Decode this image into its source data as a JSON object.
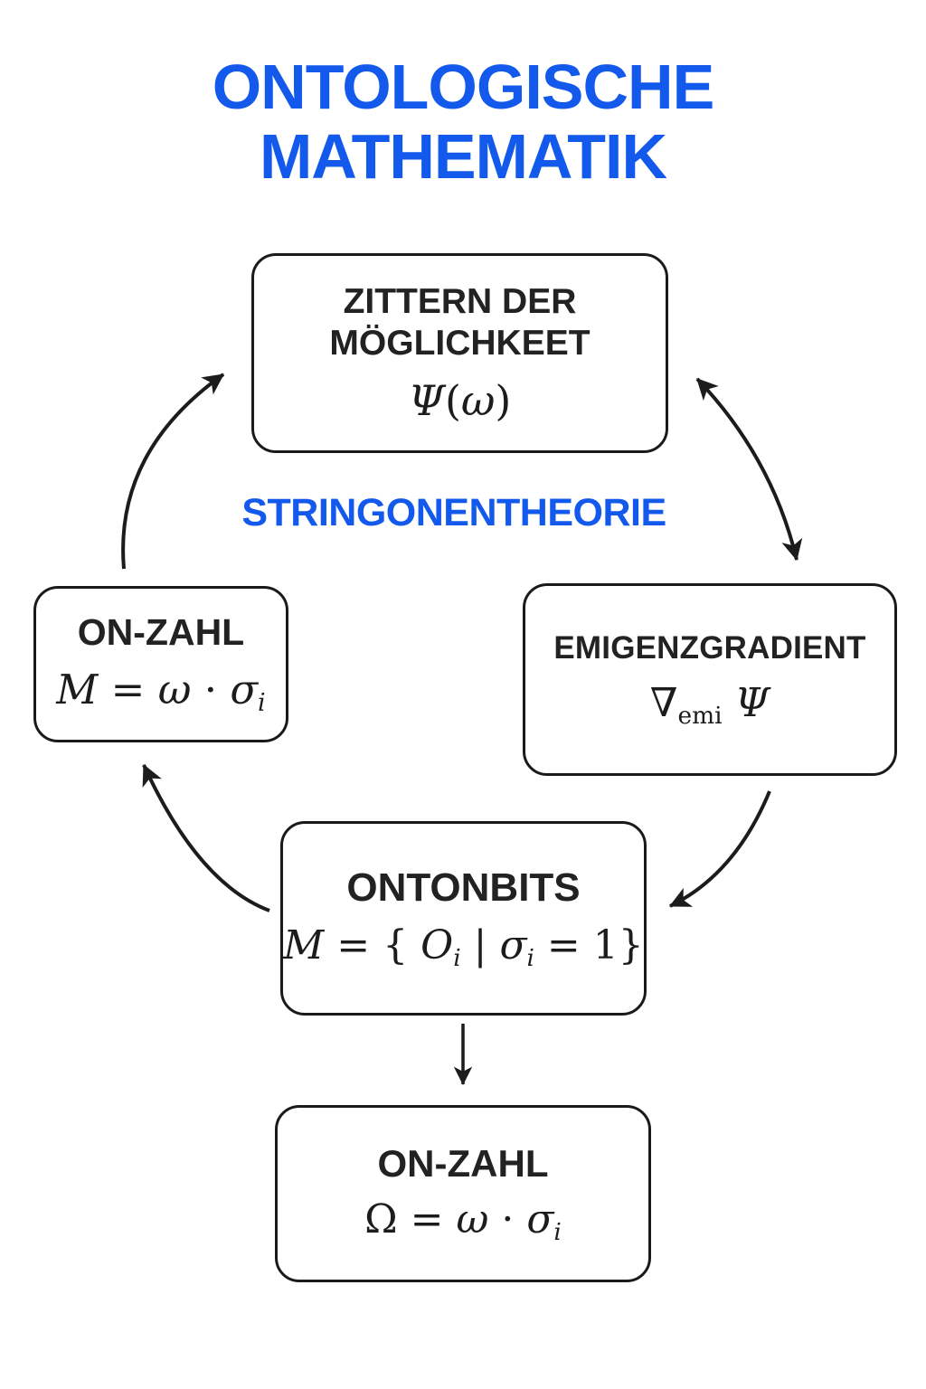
{
  "title": {
    "line1": "ONTOLOGISCHE",
    "line2": "MATHEMATIK"
  },
  "center_label": "STRINGONENTHEORIE",
  "colors": {
    "accent_blue": "#1359ec",
    "text_dark": "#1d1d1d",
    "node_border": "#1a1a1a",
    "background": "#ffffff"
  },
  "nodes": {
    "zittern": {
      "title_lines": [
        "ZITTERN DER",
        "MÖGLICHKEET"
      ],
      "formula": [
        {
          "t": "Ψ",
          "s": "it"
        },
        {
          "t": "(",
          "s": "up"
        },
        {
          "t": "ω",
          "s": "it"
        },
        {
          "t": ")",
          "s": "up"
        }
      ]
    },
    "onzahl_left": {
      "title_lines": [
        "ON-ZAHL"
      ],
      "formula": [
        {
          "t": "M",
          "s": "it"
        },
        {
          "t": " = ",
          "s": "up"
        },
        {
          "t": "ω",
          "s": "it"
        },
        {
          "t": " · ",
          "s": "up"
        },
        {
          "t": "σ",
          "s": "it"
        },
        {
          "t": "i",
          "s": "sub"
        }
      ]
    },
    "emigenz": {
      "title_lines": [
        "EMIGENZGRADIENT"
      ],
      "formula": [
        {
          "t": "∇",
          "s": "up"
        },
        {
          "t": "emi",
          "s": "subup"
        },
        {
          "t": " ",
          "s": "up"
        },
        {
          "t": "Ψ",
          "s": "it"
        }
      ]
    },
    "ontonbits": {
      "title_lines": [
        "ONTONBITS"
      ],
      "formula": [
        {
          "t": "M",
          "s": "it"
        },
        {
          "t": " = { ",
          "s": "up"
        },
        {
          "t": "O",
          "s": "it"
        },
        {
          "t": "i",
          "s": "sub"
        },
        {
          "t": " | ",
          "s": "up"
        },
        {
          "t": "σ",
          "s": "it"
        },
        {
          "t": "i",
          "s": "sub"
        },
        {
          "t": " = 1}",
          "s": "up"
        }
      ]
    },
    "onzahl_bottom": {
      "title_lines": [
        "ON-ZAHL"
      ],
      "formula": [
        {
          "t": "Ω",
          "s": "up"
        },
        {
          "t": " = ",
          "s": "up"
        },
        {
          "t": "ω",
          "s": "it"
        },
        {
          "t": " · ",
          "s": "up"
        },
        {
          "t": "σ",
          "s": "it"
        },
        {
          "t": "i",
          "s": "sub"
        }
      ]
    }
  },
  "arrows": [
    {
      "from": "onzahl_left",
      "to": "zittern",
      "shape": "curved",
      "heads": "single"
    },
    {
      "from": "zittern",
      "to": "emigenz",
      "shape": "curved",
      "heads": "double"
    },
    {
      "from": "emigenz",
      "to": "ontonbits",
      "shape": "curved",
      "heads": "single"
    },
    {
      "from": "ontonbits",
      "to": "onzahl_left",
      "shape": "curved",
      "heads": "single"
    },
    {
      "from": "ontonbits",
      "to": "onzahl_bottom",
      "shape": "straight",
      "heads": "single"
    }
  ]
}
